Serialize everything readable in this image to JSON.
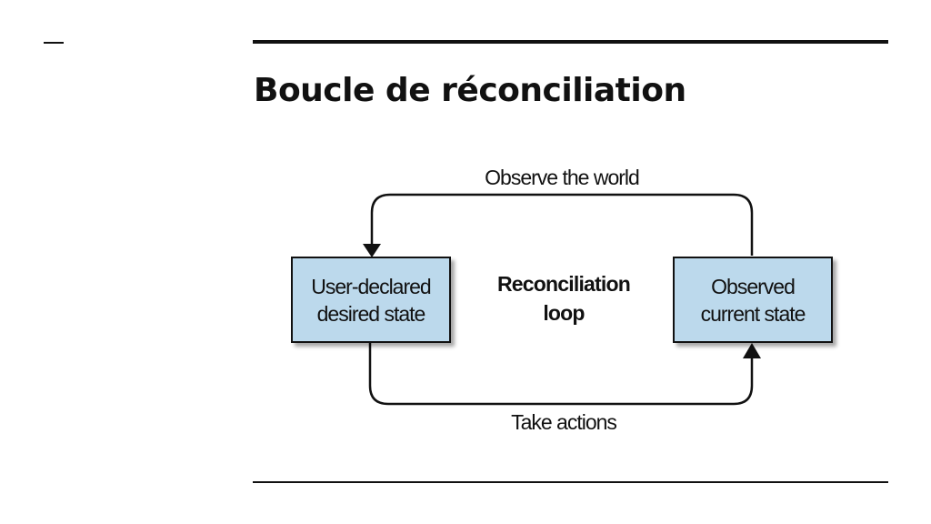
{
  "slide": {
    "title": "Boucle de réconciliation"
  },
  "diagram": {
    "desired_box": {
      "line1": "User-declared",
      "line2": "desired state"
    },
    "observed_box": {
      "line1": "Observed",
      "line2": "current state"
    },
    "center": {
      "line1": "Reconciliation",
      "line2": "loop"
    },
    "top_arrow_label": "Observe the world",
    "bottom_arrow_label": "Take actions",
    "colors": {
      "box_fill": "#bcd9ec",
      "stroke": "#111111"
    }
  }
}
